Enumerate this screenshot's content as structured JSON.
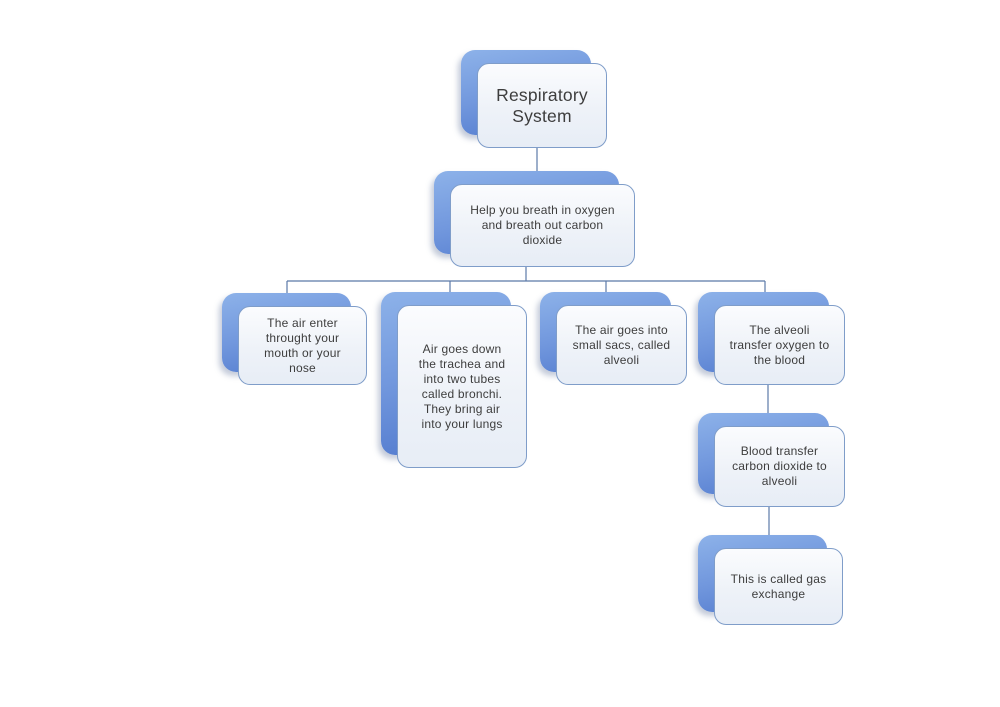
{
  "diagram": {
    "type": "flowchart",
    "title": "Respiratory System",
    "nodes": {
      "root": {
        "label": "Respiratory\nSystem"
      },
      "function": {
        "label": "Help you breath in oxygen\nand breath out carbon\ndioxide"
      },
      "mouth": {
        "label": "The air enter\nthrought your\nmouth or your\nnose"
      },
      "trachea": {
        "label": "Air goes down\nthe trachea and\ninto two tubes\ncalled bronchi.\nThey bring air\ninto your lungs"
      },
      "alveoli": {
        "label": "The air goes into\nsmall sacs, called\nalveoli"
      },
      "oxygen": {
        "label": "The alveoli\ntransfer oxygen to\nthe blood"
      },
      "co2": {
        "label": "Blood transfer\ncarbon dioxide to\nalveoli"
      },
      "exchange": {
        "label": "This is called gas\nexchange"
      }
    },
    "edges": [
      {
        "from": "root",
        "to": "function"
      },
      {
        "from": "function",
        "to": "mouth"
      },
      {
        "from": "function",
        "to": "trachea"
      },
      {
        "from": "function",
        "to": "alveoli"
      },
      {
        "from": "function",
        "to": "oxygen"
      },
      {
        "from": "oxygen",
        "to": "co2"
      },
      {
        "from": "co2",
        "to": "exchange"
      }
    ],
    "colors": {
      "panel_blue_light": "#8db2e9",
      "panel_blue_mid": "#7197dd",
      "panel_blue_dark": "#4f78cd",
      "face_fill_top": "#fbfcfe",
      "face_fill_mid": "#eef2f8",
      "face_fill_bottom": "#e7edf6",
      "face_border": "#7f9dc9",
      "connector": "#5b79a8",
      "text": "#3d3d3d",
      "background": "#ffffff"
    }
  }
}
